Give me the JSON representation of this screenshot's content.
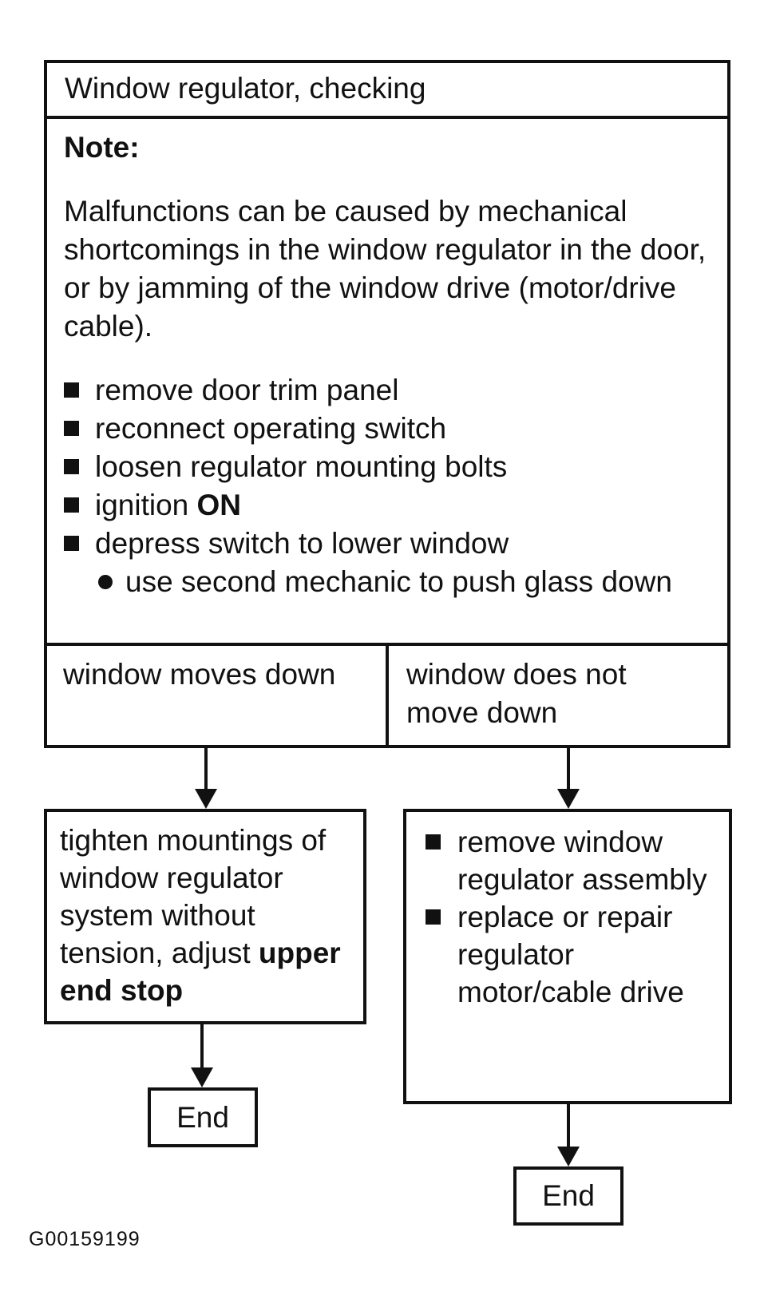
{
  "title": "Window regulator, checking",
  "note": {
    "label": "Note:",
    "paragraph": "Malfunctions can be caused by mechanical shortcomings in the window regulator in the door, or by jamming of the window drive (motor/drive cable)."
  },
  "steps": [
    {
      "text": "remove door trim panel"
    },
    {
      "text": "reconnect operating switch"
    },
    {
      "text": "loosen regulator mounting bolts"
    },
    {
      "text": "ignition ",
      "bold": "ON"
    },
    {
      "text": "depress switch to lower window"
    }
  ],
  "sub_step": "use second mechanic to push glass down",
  "decision": {
    "left": "window moves down",
    "right": "window does not move down"
  },
  "outcome_left": {
    "text": "tighten mountings of window regulator system without tension, adjust ",
    "bold": "upper end stop"
  },
  "outcome_right": [
    "remove window regulator assembly",
    "replace or repair regulator motor/cable drive"
  ],
  "end_left": "End",
  "end_right": "End",
  "figure_code": "G00159199",
  "colors": {
    "ink": "#111111",
    "background": "#ffffff"
  }
}
